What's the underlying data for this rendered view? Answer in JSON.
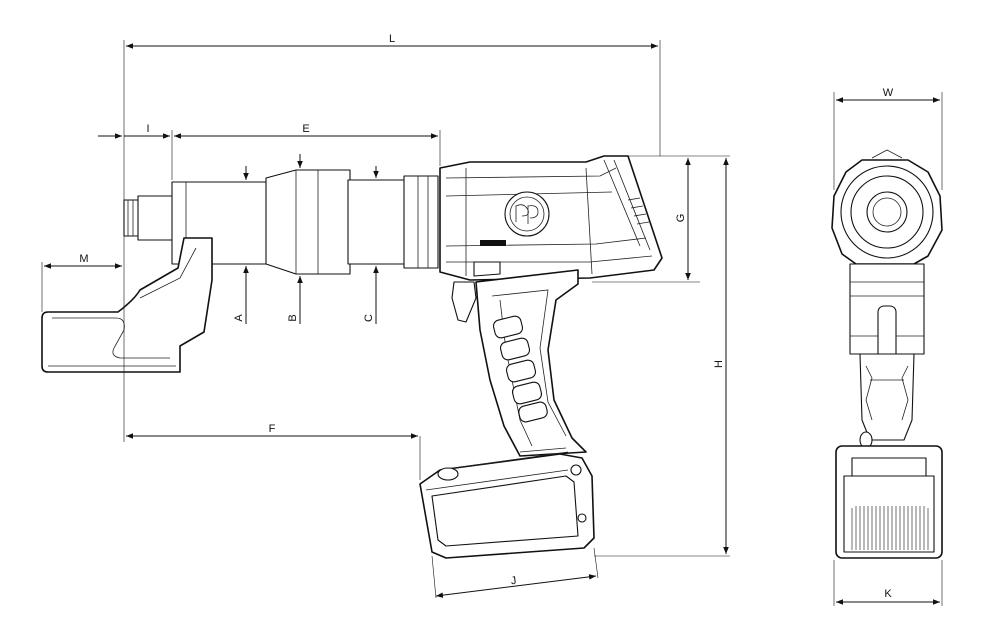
{
  "labels": {
    "L": "L",
    "I": "I",
    "E": "E",
    "M": "M",
    "A": "A",
    "B": "B",
    "C": "C",
    "F": "F",
    "G": "G",
    "H": "H",
    "J": "J",
    "W": "W",
    "K": "K"
  },
  "colors": {
    "line": "#111111",
    "background": "#ffffff"
  }
}
